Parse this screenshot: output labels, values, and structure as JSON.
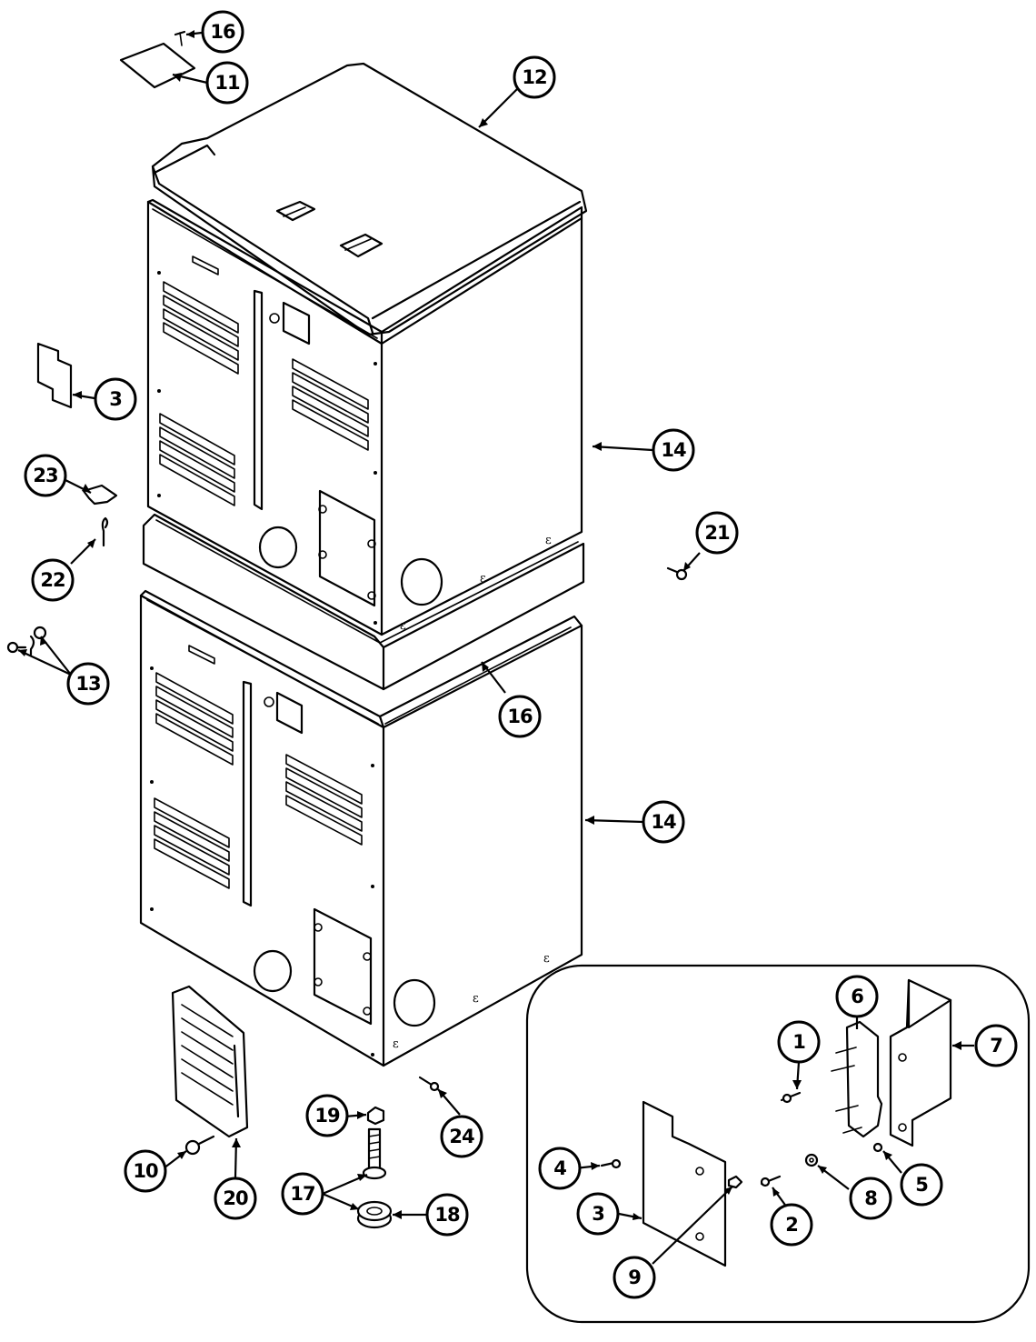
{
  "callouts": [
    {
      "id": "c16a",
      "label": "16"
    },
    {
      "id": "c11",
      "label": "11"
    },
    {
      "id": "c12",
      "label": "12"
    },
    {
      "id": "c3a",
      "label": "3"
    },
    {
      "id": "c14a",
      "label": "14"
    },
    {
      "id": "c23",
      "label": "23"
    },
    {
      "id": "c22",
      "label": "22"
    },
    {
      "id": "c21",
      "label": "21"
    },
    {
      "id": "c13",
      "label": "13"
    },
    {
      "id": "c16b",
      "label": "16"
    },
    {
      "id": "c14b",
      "label": "14"
    },
    {
      "id": "c6",
      "label": "6"
    },
    {
      "id": "c1",
      "label": "1"
    },
    {
      "id": "c7",
      "label": "7"
    },
    {
      "id": "c19",
      "label": "19"
    },
    {
      "id": "c24",
      "label": "24"
    },
    {
      "id": "c10",
      "label": "10"
    },
    {
      "id": "c20",
      "label": "20"
    },
    {
      "id": "c17",
      "label": "17"
    },
    {
      "id": "c18",
      "label": "18"
    },
    {
      "id": "c4",
      "label": "4"
    },
    {
      "id": "c5",
      "label": "5"
    },
    {
      "id": "c3b",
      "label": "3"
    },
    {
      "id": "c8",
      "label": "8"
    },
    {
      "id": "c2",
      "label": "2"
    },
    {
      "id": "c9",
      "label": "9"
    }
  ]
}
